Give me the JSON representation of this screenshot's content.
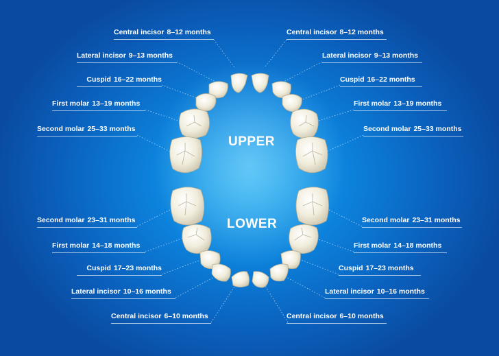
{
  "upper": {
    "title": "UPPER",
    "left": [
      {
        "tooth": "Central incisor",
        "age": "8–12 months"
      },
      {
        "tooth": "Lateral incisor",
        "age": "9–13 months"
      },
      {
        "tooth": "Cuspid",
        "age": "16–22 months"
      },
      {
        "tooth": "First molar",
        "age": "13–19 months"
      },
      {
        "tooth": "Second molar",
        "age": "25–33 months"
      }
    ],
    "right": [
      {
        "tooth": "Central incisor",
        "age": "8–12 months"
      },
      {
        "tooth": "Lateral incisor",
        "age": "9–13 months"
      },
      {
        "tooth": "Cuspid",
        "age": "16–22 months"
      },
      {
        "tooth": "First molar",
        "age": "13–19 months"
      },
      {
        "tooth": "Second molar",
        "age": "25–33 months"
      }
    ]
  },
  "lower": {
    "title": "LOWER",
    "left": [
      {
        "tooth": "Second molar",
        "age": "23–31 months"
      },
      {
        "tooth": "First molar",
        "age": "14–18 months"
      },
      {
        "tooth": "Cuspid",
        "age": "17–23 months"
      },
      {
        "tooth": "Lateral incisor",
        "age": "10–16 months"
      },
      {
        "tooth": "Central incisor",
        "age": "6–10 months"
      }
    ],
    "right": [
      {
        "tooth": "Second molar",
        "age": "23–31 months"
      },
      {
        "tooth": "First molar",
        "age": "14–18 months"
      },
      {
        "tooth": "Cuspid",
        "age": "17–23 months"
      },
      {
        "tooth": "Lateral incisor",
        "age": "10–16 months"
      },
      {
        "tooth": "Central incisor",
        "age": "6–10 months"
      }
    ]
  },
  "colors": {
    "background": "#0c82dc",
    "tooth": "#f1eddc",
    "text": "#ffffff"
  }
}
